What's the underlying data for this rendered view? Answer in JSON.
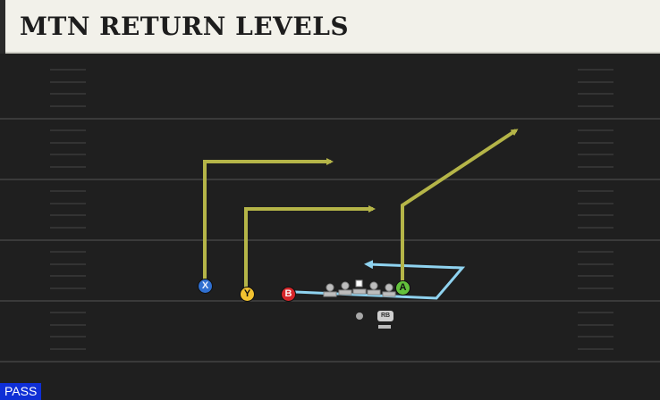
{
  "header": {
    "title": "MTN RETURN LEVELS"
  },
  "play": {
    "type_label": "PASS"
  },
  "players": {
    "x": {
      "label": "X",
      "color": "#2f6fd0"
    },
    "y": {
      "label": "Y",
      "color": "#f2c230"
    },
    "b": {
      "label": "B",
      "color": "#d7262a"
    },
    "a": {
      "label": "A",
      "color": "#63c13c"
    },
    "rb": {
      "label": "RB"
    }
  },
  "colors": {
    "route": "#b5b548",
    "block_route": "#8fd3f0",
    "field": "#1f1f1f",
    "play_badge": "#0f2fd6"
  }
}
